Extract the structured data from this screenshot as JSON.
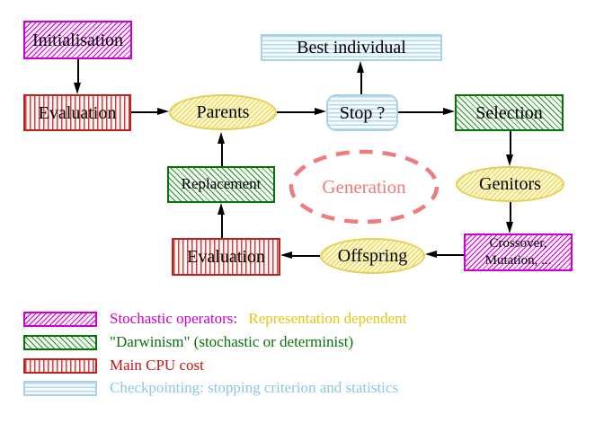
{
  "nodes": {
    "initialisation": "Initialisation",
    "evaluation_top": "Evaluation",
    "parents": "Parents",
    "best_individual": "Best individual",
    "stop": "Stop ?",
    "selection": "Selection",
    "replacement": "Replacement",
    "generation": "Generation",
    "genitors": "Genitors",
    "offspring": "Offspring",
    "evaluation_bottom": "Evaluation",
    "crossover_line1": "Crossover,",
    "crossover_line2": "Mutation, ..."
  },
  "legend": {
    "stochastic_label": "Stochastic operators:",
    "representation_label": "Representation dependent",
    "darwinism_label": "\"Darwinism\" (stochastic or determinist)",
    "cpu_label": "Main CPU cost",
    "checkpointing_label": "Checkpointing: stopping criterion and statistics"
  },
  "colors": {
    "magenta": "#cc00cc",
    "green": "#067306",
    "red": "#bb2222",
    "light_blue": "#a9d2e6",
    "yellow": "#e3cf57",
    "gold_text": "#e9c414",
    "salmon": "#ee7c7c",
    "arrow": "#000000"
  }
}
